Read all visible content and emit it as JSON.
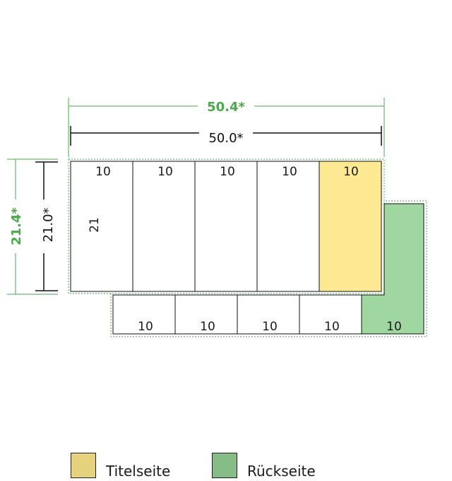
{
  "dimensions": {
    "outer_width": "50.4*",
    "inner_width": "50.0*",
    "outer_height": "21.4*",
    "inner_height": "21.0*"
  },
  "top_row": {
    "labels": [
      "10",
      "10",
      "10",
      "10",
      "10"
    ],
    "height_label": "21"
  },
  "bottom_row": {
    "labels": [
      "10",
      "10",
      "10",
      "10",
      "10"
    ]
  },
  "legend": [
    {
      "label": "Titelseite",
      "color": "#e6d27d"
    },
    {
      "label": "Rückseite",
      "color": "#86bd86"
    }
  ],
  "colors": {
    "title_page_fill": "#fde992",
    "back_page_fill": "#a0d6a0",
    "dimension_green": "#4aaa4a",
    "line": "#111111"
  }
}
